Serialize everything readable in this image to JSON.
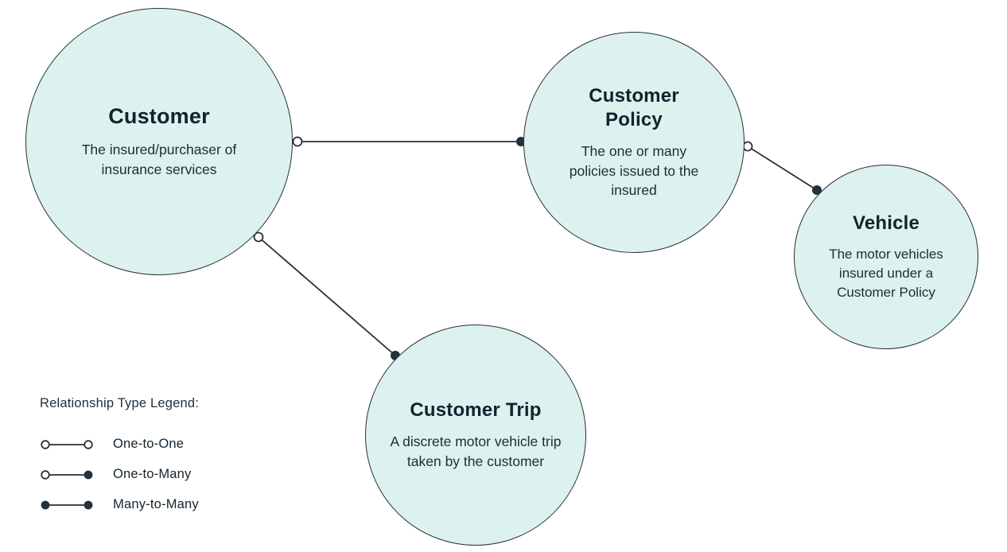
{
  "diagram": {
    "background_color": "#ffffff",
    "node_fill_color": "#ddf1ee",
    "node_stroke_color": "#25313c",
    "nodes": [
      {
        "id": "customer",
        "title": "Customer",
        "description": "The insured/purchaser of insurance services"
      },
      {
        "id": "customer-policy",
        "title": "Customer Policy",
        "description": "The one or many policies issued to the insured"
      },
      {
        "id": "vehicle",
        "title": "Vehicle",
        "description": "The motor vehicles insured under a Customer Policy"
      },
      {
        "id": "customer-trip",
        "title": "Customer Trip",
        "description": "A discrete motor vehicle trip taken by the customer"
      }
    ],
    "edges": [
      {
        "from": "Customer",
        "to": "Customer Policy",
        "type": "one-to-many"
      },
      {
        "from": "Customer",
        "to": "Customer Trip",
        "type": "one-to-many"
      },
      {
        "from": "Customer Policy",
        "to": "Vehicle",
        "type": "one-to-many"
      }
    ]
  },
  "legend": {
    "title": "Relationship Type Legend:",
    "items": [
      {
        "label": "One-to-One",
        "type": "one-to-one"
      },
      {
        "label": "One-to-Many",
        "type": "one-to-many"
      },
      {
        "label": "Many-to-Many",
        "type": "many-to-many"
      }
    ]
  }
}
